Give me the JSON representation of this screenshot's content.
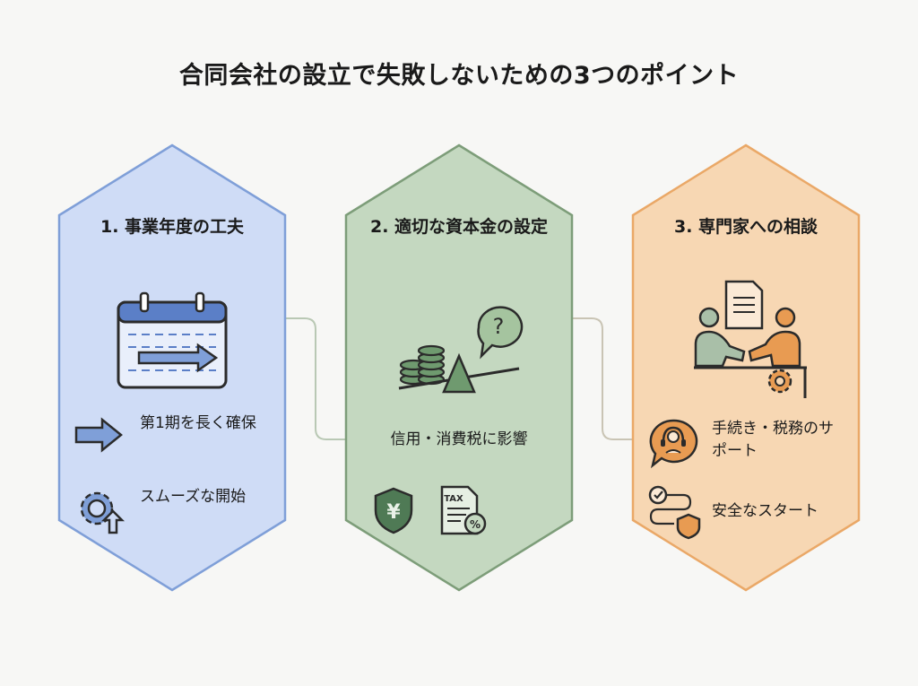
{
  "title": "合同会社の設立で失敗しないための3つのポイント",
  "colors": {
    "blue_fill": "#cfdcf6",
    "blue_stroke": "#7f9fd8",
    "blue_accent": "#5b7fc7",
    "green_fill": "#c4d8c0",
    "green_stroke": "#7d9d79",
    "green_accent": "#4f7a55",
    "orange_fill": "#f7d7b3",
    "orange_stroke": "#eaa867",
    "orange_accent": "#d98a3c"
  },
  "panels": [
    {
      "title": "1. 事業年度の工夫",
      "items": [
        {
          "icon": "arrow-right-icon",
          "text": "第1期を長く確保"
        },
        {
          "icon": "gear-arrow-icon",
          "text": "スムーズな開始"
        }
      ],
      "main_icon": "calendar-icon"
    },
    {
      "title": "2. 適切な資本金の設定",
      "items": [
        {
          "icon": "",
          "text": "信用・消費税に影響"
        }
      ],
      "main_icon": "coins-scale-icon",
      "sub_icons": [
        "yen-shield-icon",
        "tax-document-icon"
      ],
      "tax_label": "TAX"
    },
    {
      "title": "3. 専門家への相談",
      "items": [
        {
          "icon": "headset-bubble-icon",
          "text": "手続き・税務のサポート"
        },
        {
          "icon": "path-shield-icon",
          "text": "安全なスタート"
        }
      ],
      "main_icon": "consultation-icon"
    }
  ]
}
